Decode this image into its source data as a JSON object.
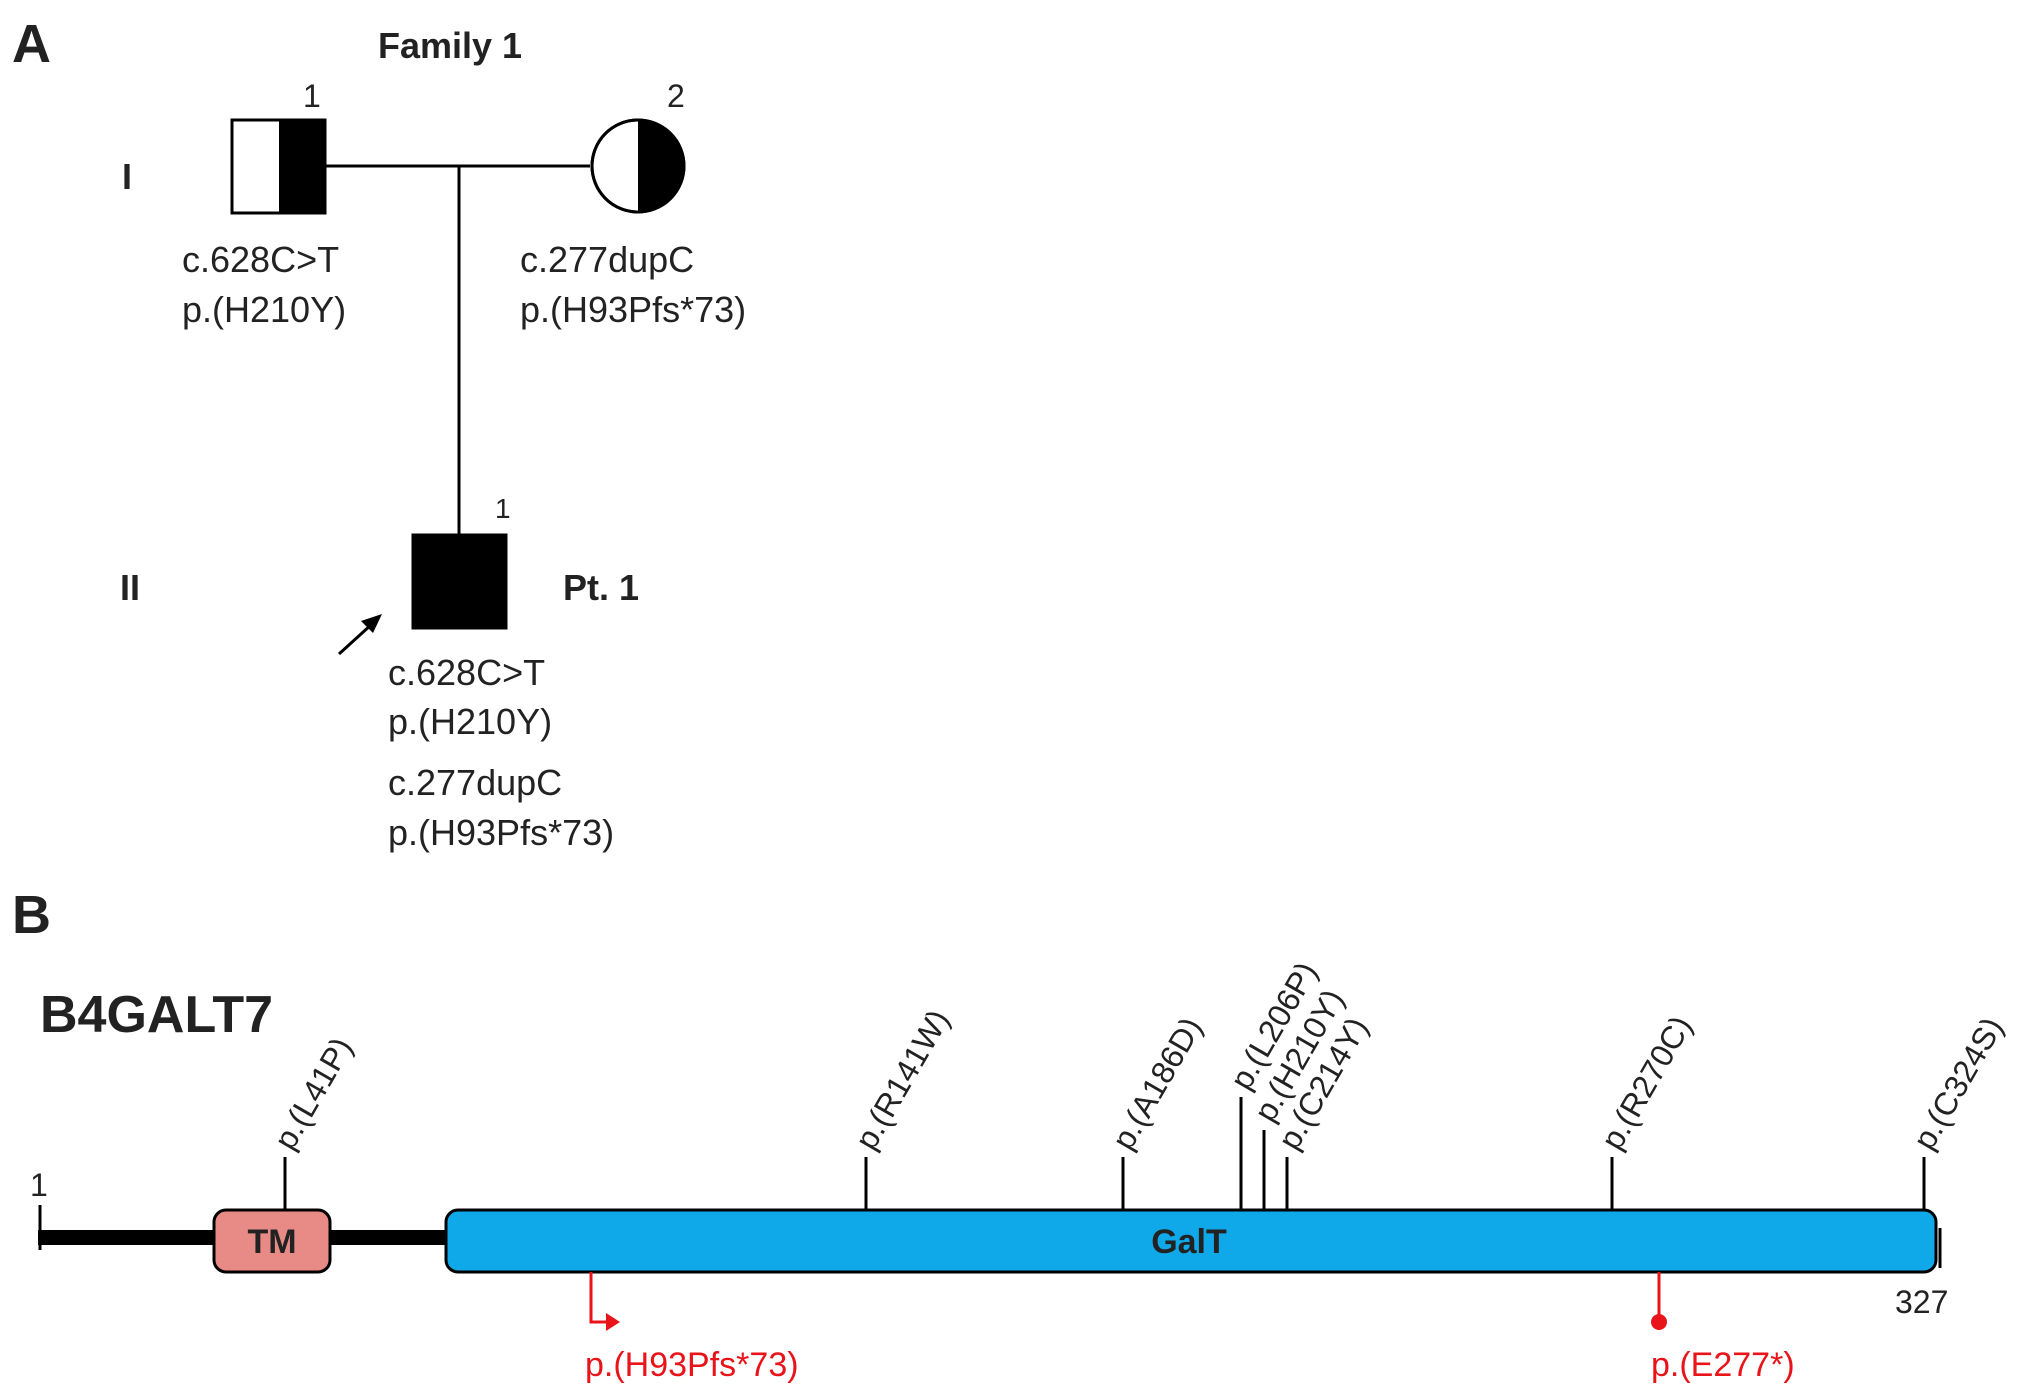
{
  "panel_a": {
    "label": "A",
    "family_title": "Family 1",
    "generation_1": "I",
    "generation_2": "II",
    "father": {
      "number": "1",
      "variant_c": "c.628C>T",
      "variant_p": "p.(H210Y)"
    },
    "mother": {
      "number": "2",
      "variant_c": "c.277dupC",
      "variant_p": "p.(H93Pfs*73)"
    },
    "proband": {
      "number": "1",
      "label": "Pt. 1",
      "variant1_c": "c.628C>T",
      "variant1_p": "p.(H210Y)",
      "variant2_c": "c.277dupC",
      "variant2_p": "p.(H93Pfs*73)"
    }
  },
  "panel_b": {
    "label": "B",
    "gene": "B4GALT7",
    "start": "1",
    "end": "327",
    "domains": {
      "tm": "TM",
      "galt": "GalT"
    },
    "colors": {
      "tm": "#e88b87",
      "galt": "#0fa8e8",
      "red": "#e8141a"
    },
    "missense": [
      "p.(L41P)",
      "p.(R141W)",
      "p.(A186D)",
      "p.(L206P)",
      "p.(H210Y)",
      "p.(C214Y)",
      "p.(R270C)",
      "p.(C324S)"
    ],
    "truncating": [
      "p.(H93Pfs*73)",
      "p.(E277*)"
    ]
  }
}
